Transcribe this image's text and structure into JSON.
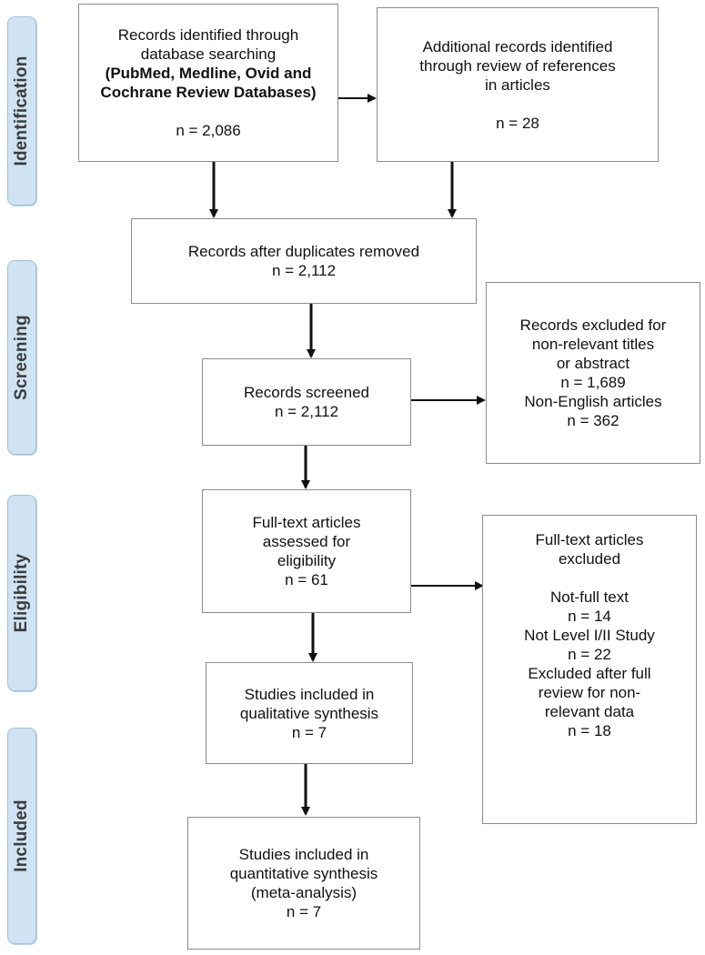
{
  "phases": {
    "identification": "Identification",
    "screening": "Screening",
    "eligibility": "Eligibility",
    "included": "Included"
  },
  "boxes": {
    "database_search": {
      "line1": "Records identified through",
      "line2": "database searching",
      "line3": "(PubMed, Medline, Ovid and",
      "line4": "Cochrane Review Databases)",
      "count": "n = 2,086"
    },
    "additional_records": {
      "line1": "Additional records identified",
      "line2": "through review of references",
      "line3": "in articles",
      "count": "n = 28"
    },
    "duplicates_removed": {
      "line1": "Records after duplicates removed",
      "count": "n = 2,112"
    },
    "records_screened": {
      "line1": "Records screened",
      "count": "n = 2,112"
    },
    "records_excluded": {
      "line1": "Records excluded for",
      "line2": "non-relevant titles",
      "line3": "or abstract",
      "count1": "n = 1,689",
      "line4": "Non-English articles",
      "count2": "n = 362"
    },
    "fulltext_assessed": {
      "line1": "Full-text articles",
      "line2": "assessed for",
      "line3": "eligibility",
      "count": "n = 61"
    },
    "fulltext_excluded": {
      "line1": "Full-text articles",
      "line2": "excluded",
      "line3": "Not-full text",
      "count1": "n = 14",
      "line4": "Not Level I/II Study",
      "count2": "n = 22",
      "line5": "Excluded after full",
      "line6": "review for non-",
      "line7": "relevant data",
      "count3": "n = 18"
    },
    "qualitative": {
      "line1": "Studies included in",
      "line2": "qualitative synthesis",
      "count": "n = 7"
    },
    "quantitative": {
      "line1": "Studies included in",
      "line2": "quantitative synthesis",
      "line3": "(meta-analysis)",
      "count": "n = 7"
    }
  }
}
